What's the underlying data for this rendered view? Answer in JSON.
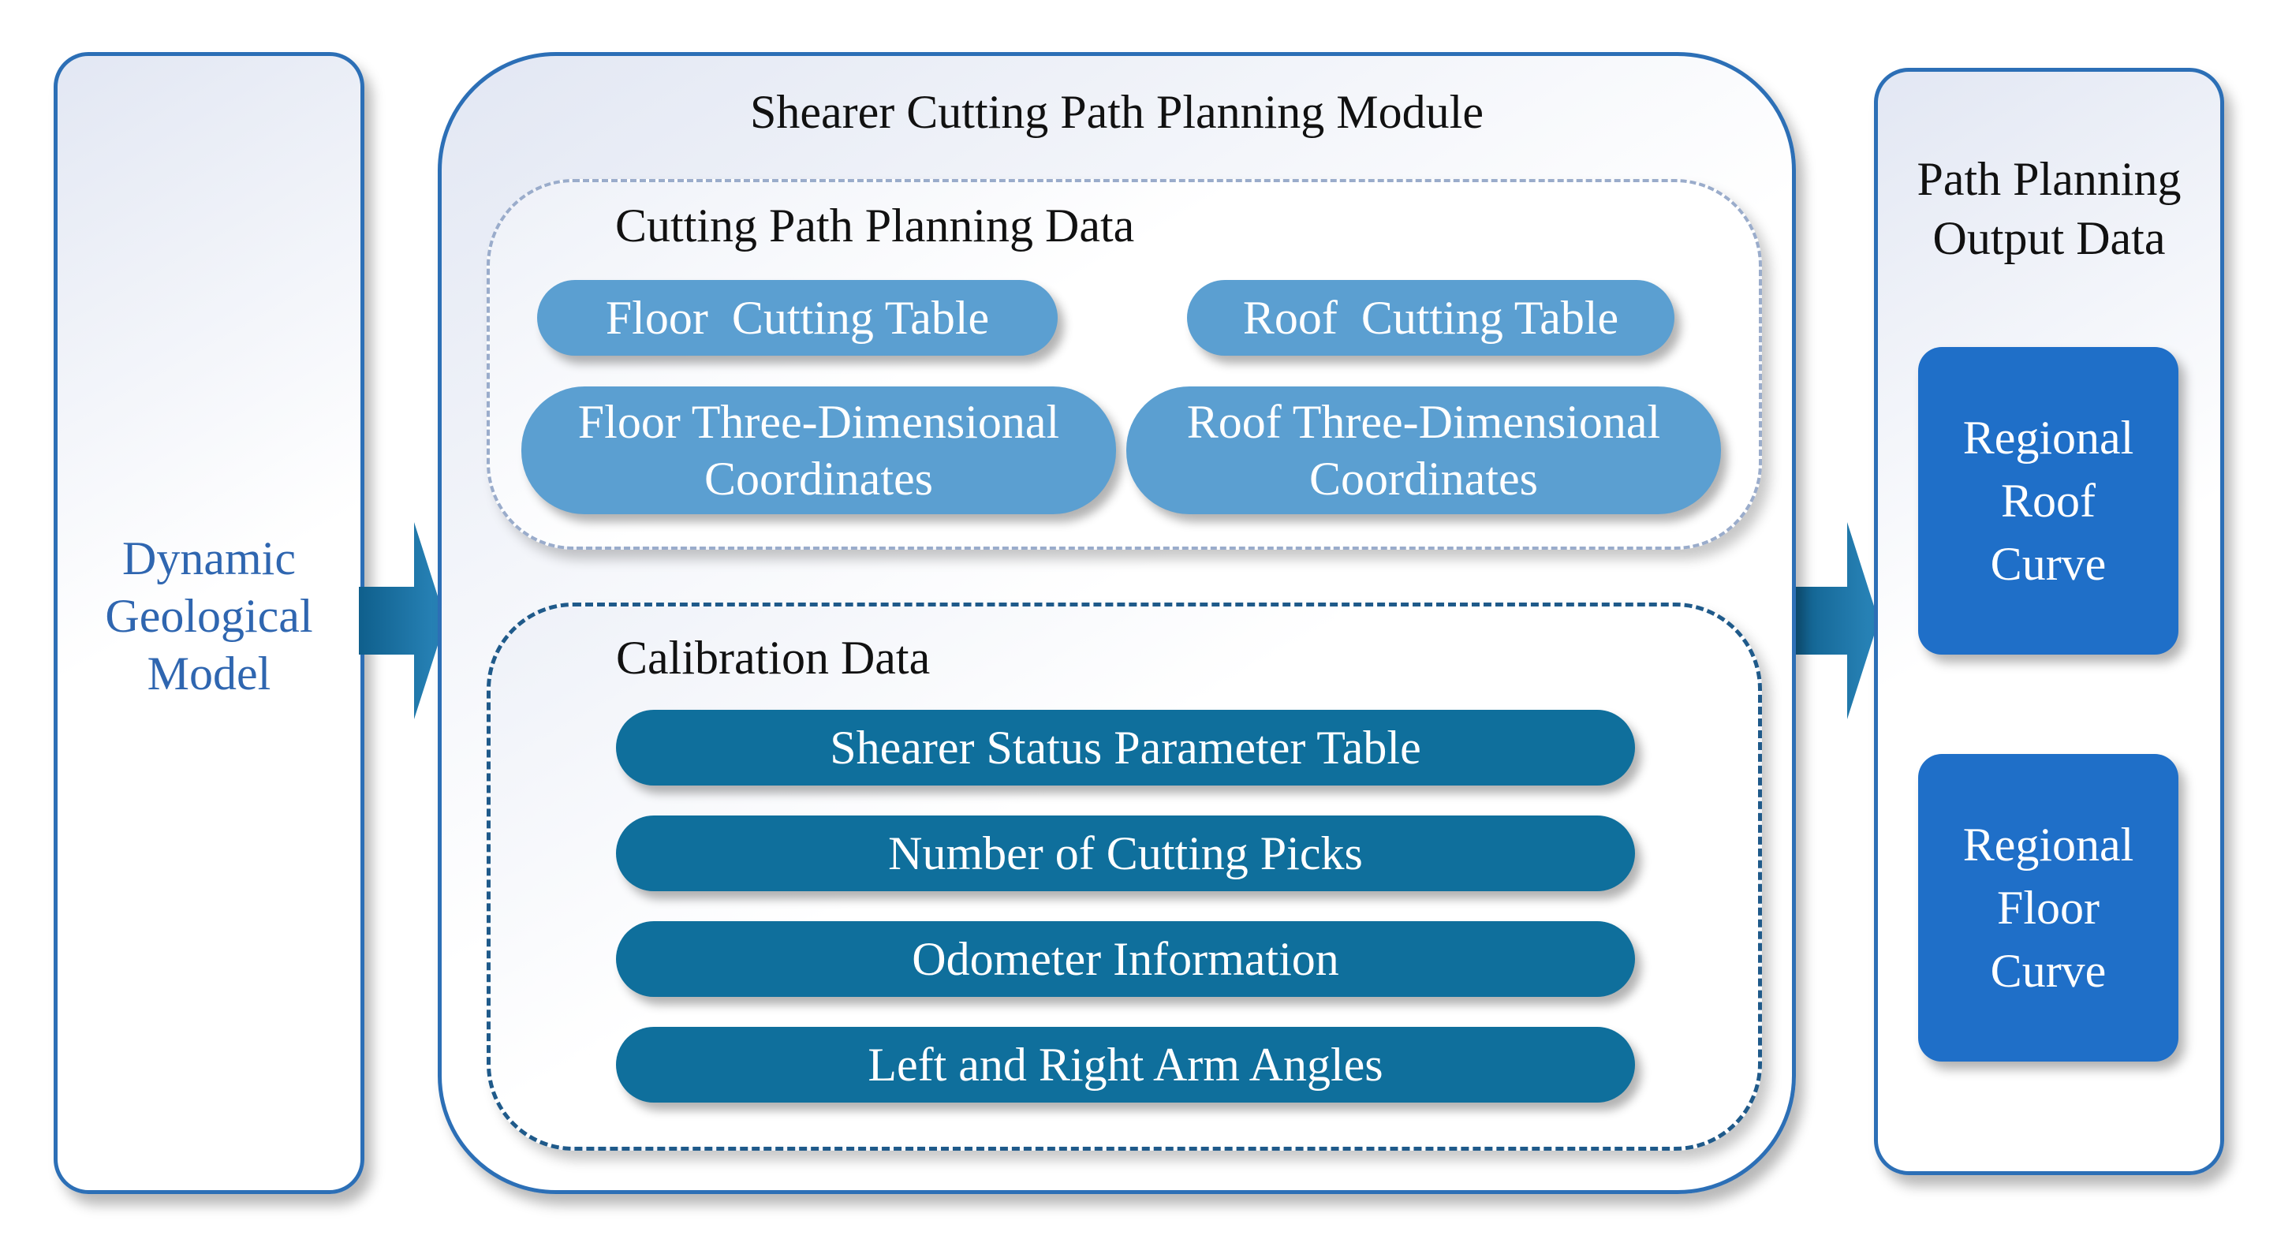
{
  "diagram": {
    "left_panel": {
      "lines": [
        "Dynamic",
        "Geological",
        "Model"
      ]
    },
    "module": {
      "title": "Shearer Cutting Path Planning Module",
      "planning_group": {
        "title": "Cutting Path Planning Data",
        "floor_table": "Floor  Cutting Table",
        "roof_table": "Roof  Cutting Table",
        "floor_coords": [
          "Floor Three-Dimensional",
          "Coordinates"
        ],
        "roof_coords": [
          "Roof Three-Dimensional",
          "Coordinates"
        ]
      },
      "calibration_group": {
        "title": "Calibration Data",
        "items": [
          "Shearer Status Parameter Table",
          "Number of Cutting Picks",
          "Odometer Information",
          "Left and Right Arm Angles"
        ]
      }
    },
    "output": {
      "title": [
        "Path Planning",
        "Output Data"
      ],
      "roof_curve": [
        "Regional",
        "Roof",
        "Curve"
      ],
      "floor_curve": [
        "Regional",
        "Floor",
        "Curve"
      ]
    },
    "colors": {
      "panel_border": "#2c6fb6",
      "light_pill": "#5b9fd1",
      "dark_pill": "#0f6f9c",
      "output_box": "#1f6fc8",
      "arrow": "#176f9e",
      "left_text": "#2f66b0"
    }
  }
}
